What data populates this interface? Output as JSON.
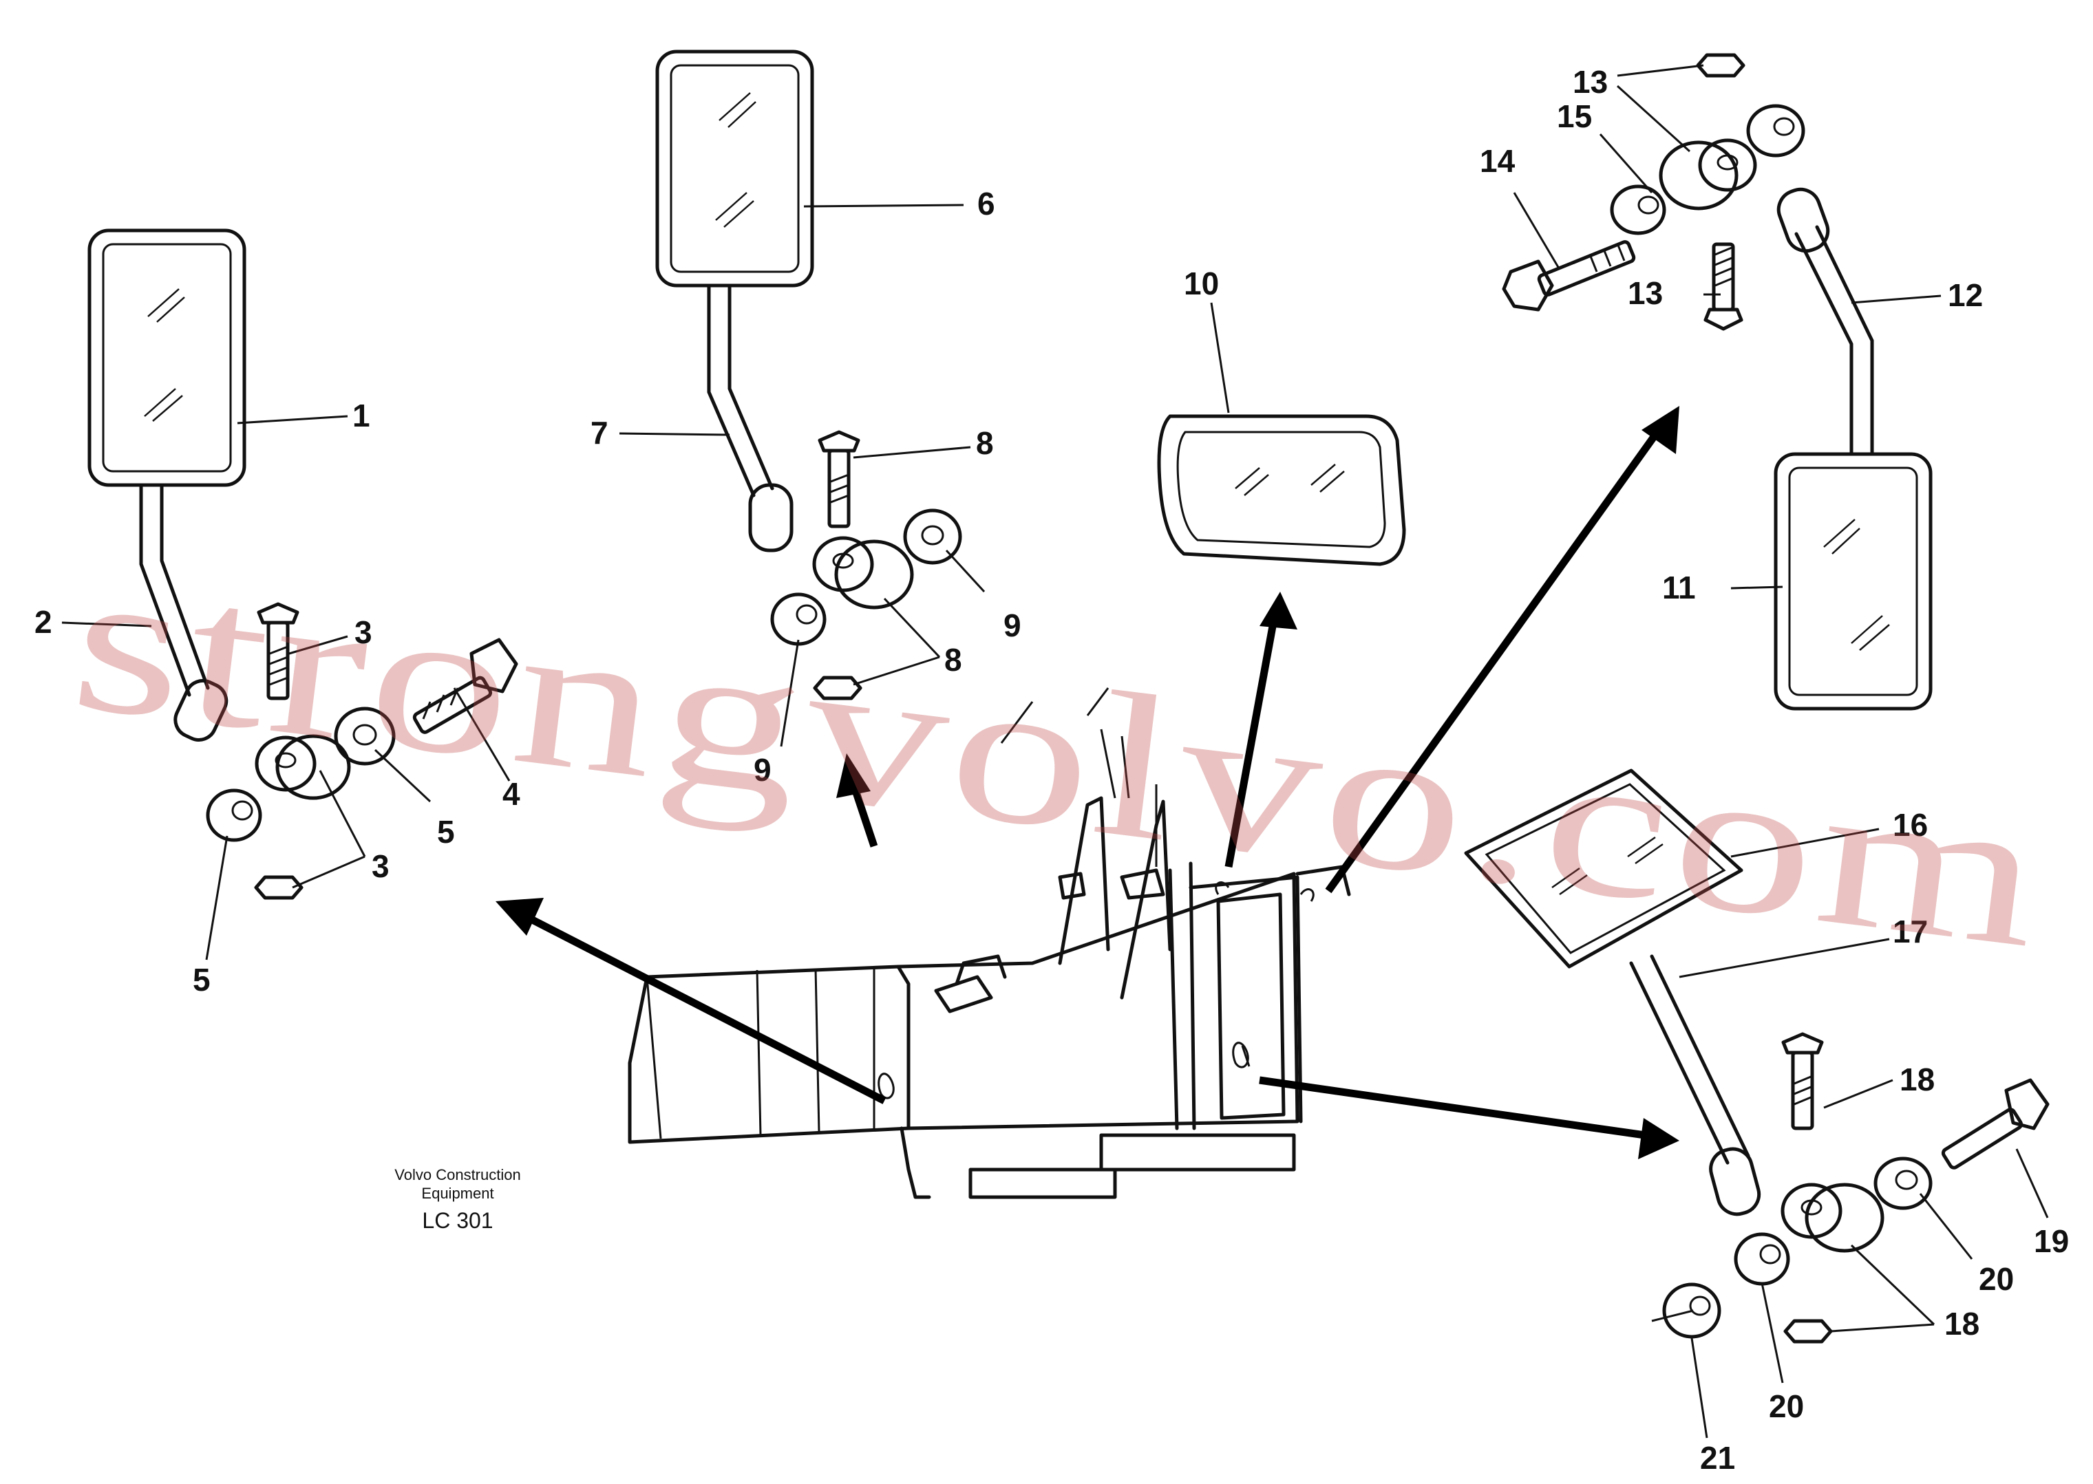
{
  "credit": {
    "company": "Volvo Construction",
    "division": "Equipment",
    "code": "LC 301"
  },
  "watermark": "strongvolvo.com",
  "callouts": {
    "c1": "1",
    "c2": "2",
    "c3a": "3",
    "c3b": "3",
    "c4": "4",
    "c5a": "5",
    "c5b": "5",
    "c6": "6",
    "c7": "7",
    "c8a": "8",
    "c8b": "8",
    "c9a": "9",
    "c9b": "9",
    "c10": "10",
    "c11": "11",
    "c12": "12",
    "c13a": "13",
    "c13b": "13",
    "c14": "14",
    "c15": "15",
    "c16": "16",
    "c17": "17",
    "c18a": "18",
    "c18b": "18",
    "c19": "19",
    "c20a": "20",
    "c20b": "20",
    "c21": "21"
  },
  "colors": {
    "line": "#111111",
    "watermark": "#c24848",
    "background": "#ffffff"
  }
}
